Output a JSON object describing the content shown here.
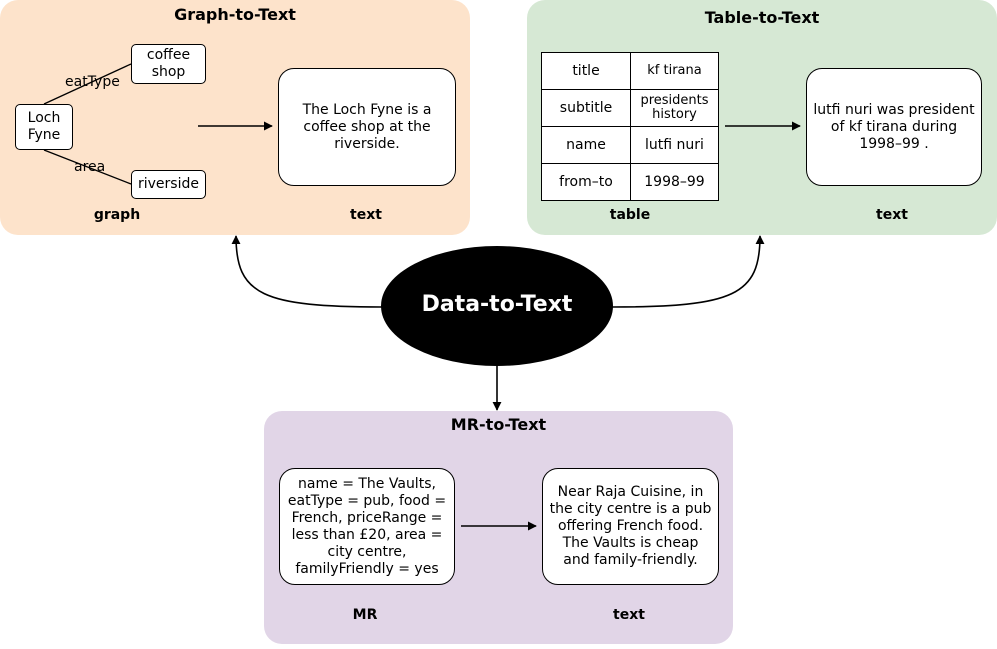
{
  "graph_panel": {
    "title": "Graph-to-Text",
    "node_loch": "Loch Fyne",
    "node_coffee": "coffee shop",
    "node_riverside": "riverside",
    "edge_eattype": "eatType",
    "edge_area": "area",
    "output_text": "The Loch Fyne is a coffee shop at the riverside.",
    "label_graph": "graph",
    "label_text": "text",
    "color": "#fde3cb"
  },
  "table_panel": {
    "title": "Table-to-Text",
    "rows": [
      {
        "key": "title",
        "value": "kf tirana"
      },
      {
        "key": "subtitle",
        "value": "presidents history"
      },
      {
        "key": "name",
        "value": "lutfi nuri"
      },
      {
        "key": "from–to",
        "value": "1998–99"
      }
    ],
    "output_text": "lutfi nuri was president of kf tirana during 1998–99 .",
    "label_table": "table",
    "label_text": "text",
    "color": "#d6e8d4"
  },
  "mr_panel": {
    "title": "MR-to-Text",
    "input_text": "name = The Vaults, eatType = pub, food = French, priceRange = less than £20, area = city centre, familyFriendly = yes",
    "output_text": "Near Raja Cuisine, in the city centre is a pub offering French food. The Vaults is cheap and family-friendly.",
    "label_mr": "MR",
    "label_text": "text",
    "color": "#e1d5e7"
  },
  "center": {
    "label": "Data-to-Text",
    "color": "#000000"
  }
}
